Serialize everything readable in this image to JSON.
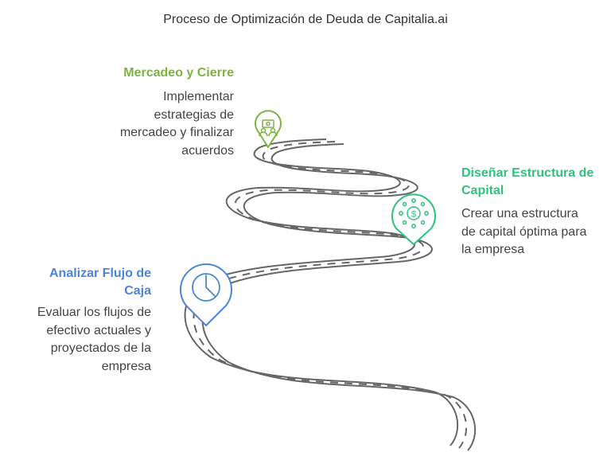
{
  "title": "Proceso de Optimización de Deuda de Capitalia.ai",
  "steps": [
    {
      "title": "Mercadeo y Cierre",
      "description": "Implementar estrategias de mercadeo y finalizar acuerdos",
      "color": "#7cb342",
      "icon": "people-money-icon"
    },
    {
      "title": "Diseñar Estructura de Capital",
      "description": "Crear una estructura de capital óptima para la empresa",
      "color": "#2ec27e",
      "icon": "dollar-network-icon"
    },
    {
      "title": "Analizar Flujo de Caja",
      "description": "Evaluar los flujos de efectivo actuales y proyectados de la empresa",
      "color": "#4a86d4",
      "icon": "clock-icon"
    }
  ],
  "colors": {
    "road": "#666666",
    "text": "#444444"
  }
}
